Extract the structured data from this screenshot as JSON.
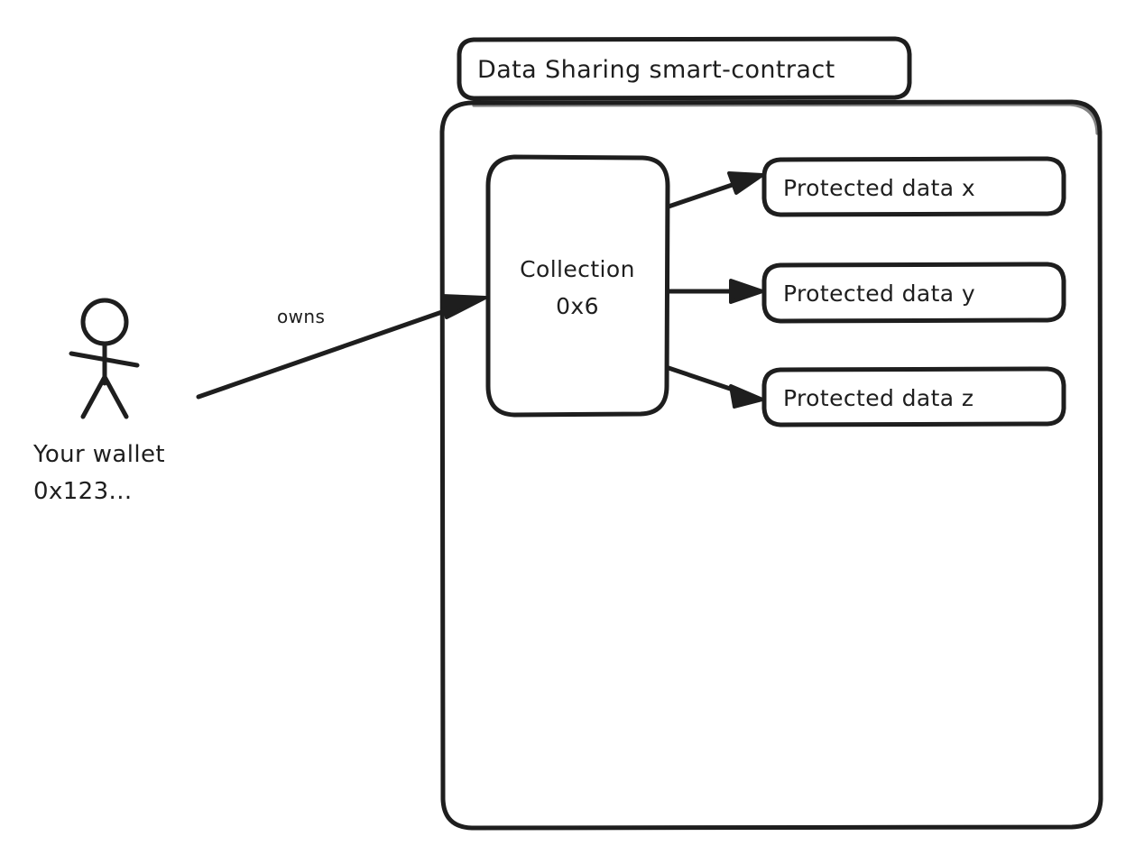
{
  "diagram": {
    "title_box": {
      "label": "Data Sharing smart-contract"
    },
    "container": {
      "name": "data-sharing-smart-contract-container"
    },
    "collection_node": {
      "line1": "Collection",
      "line2": "0x6"
    },
    "protected_data_nodes": [
      {
        "label": "Protected data x"
      },
      {
        "label": "Protected data y"
      },
      {
        "label": "Protected data z"
      }
    ],
    "actor": {
      "line1": "Your wallet",
      "line2": "0x123...",
      "icon": "stick-figure-icon"
    },
    "edges": [
      {
        "label": "owns",
        "from": "actor",
        "to": "collection-node"
      },
      {
        "label": "",
        "from": "collection-node",
        "to": "protected-data-x"
      },
      {
        "label": "",
        "from": "collection-node",
        "to": "protected-data-y"
      },
      {
        "label": "",
        "from": "collection-node",
        "to": "protected-data-z"
      }
    ],
    "colors": {
      "stroke": "#1e1e1e",
      "background": "#ffffff",
      "text": "#1e1e1e"
    }
  }
}
